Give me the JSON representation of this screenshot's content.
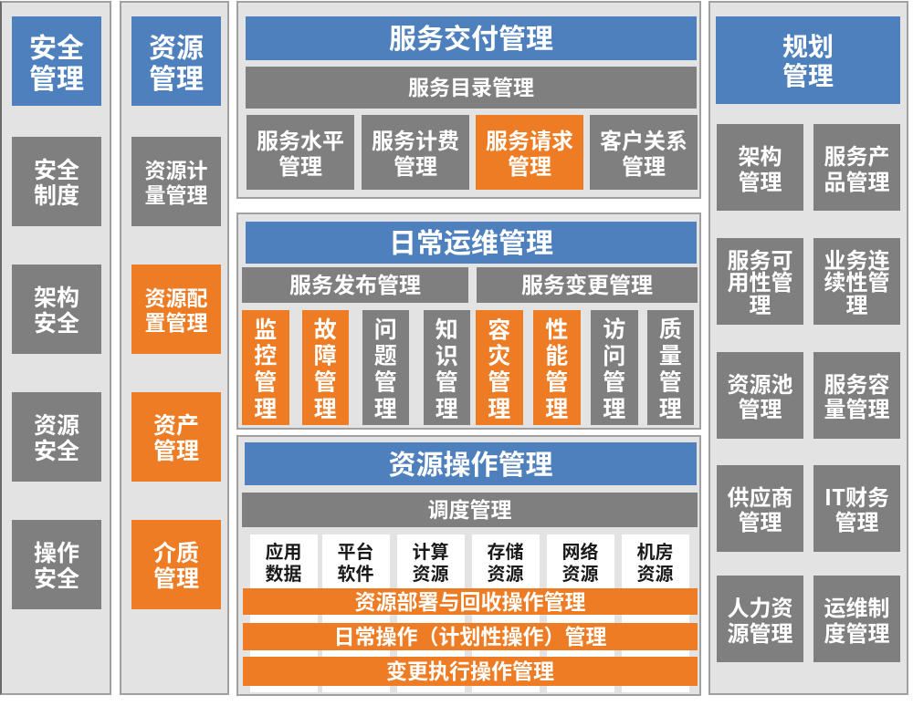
{
  "colors": {
    "blue": "#4e80be",
    "orange": "#ee7c25",
    "gray": "#7f7f7f",
    "panel_bg": "#e3e3e3",
    "panel_border": "#a0a0a0",
    "text_light": "#ffffff",
    "text_dark": "#1a1a1a"
  },
  "security_column": {
    "title": "安全\n管理",
    "items": [
      {
        "label": "安全\n制度",
        "variant": "gray"
      },
      {
        "label": "架构\n安全",
        "variant": "gray"
      },
      {
        "label": "资源\n安全",
        "variant": "gray"
      },
      {
        "label": "操作\n安全",
        "variant": "gray"
      }
    ]
  },
  "resource_column": {
    "title": "资源\n管理",
    "items": [
      {
        "label": "资源计\n量管理",
        "variant": "gray"
      },
      {
        "label": "资源配\n置管理",
        "variant": "orange"
      },
      {
        "label": "资产\n管理",
        "variant": "orange"
      },
      {
        "label": "介质\n管理",
        "variant": "orange"
      }
    ]
  },
  "service_delivery": {
    "title": "服务交付管理",
    "catalog_bar": "服务目录管理",
    "boxes": [
      {
        "label": "服务水平\n管理",
        "variant": "gray"
      },
      {
        "label": "服务计费\n管理",
        "variant": "gray"
      },
      {
        "label": "服务请求\n管理",
        "variant": "orange"
      },
      {
        "label": "客户关系\n管理",
        "variant": "gray"
      }
    ]
  },
  "daily_ops": {
    "title": "日常运维管理",
    "group_bars": [
      {
        "label": "服务发布管理"
      },
      {
        "label": "服务变更管理"
      }
    ],
    "vertical_boxes": [
      {
        "label": "监控管理",
        "variant": "orange"
      },
      {
        "label": "故障管理",
        "variant": "orange"
      },
      {
        "label": "问题管理",
        "variant": "gray"
      },
      {
        "label": "知识管理",
        "variant": "gray"
      },
      {
        "label": "容灾管理",
        "variant": "orange"
      },
      {
        "label": "性能管理",
        "variant": "orange"
      },
      {
        "label": "访问管理",
        "variant": "gray"
      },
      {
        "label": "质量管理",
        "variant": "gray"
      }
    ]
  },
  "resource_ops": {
    "title": "资源操作管理",
    "dispatch_bar": "调度管理",
    "resource_boxes": [
      {
        "label": "应用\n数据"
      },
      {
        "label": "平台\n软件"
      },
      {
        "label": "计算\n资源"
      },
      {
        "label": "存储\n资源"
      },
      {
        "label": "网络\n资源"
      },
      {
        "label": "机房\n资源"
      }
    ],
    "operation_bars": [
      {
        "label": "资源部署与回收操作管理"
      },
      {
        "label": "日常操作（计划性操作）管理"
      },
      {
        "label": "变更执行操作管理"
      }
    ]
  },
  "planning": {
    "title": "规划\n管理",
    "rows": [
      [
        {
          "label": "架构\n管理"
        },
        {
          "label": "服务产\n品管理"
        }
      ],
      [
        {
          "label": "服务可\n用性管\n理",
          "three": true
        },
        {
          "label": "业务连\n续性管\n理",
          "three": true
        }
      ],
      [
        {
          "label": "资源池\n管理"
        },
        {
          "label": "服务容\n量管理"
        }
      ],
      [
        {
          "label": "供应商\n管理"
        },
        {
          "label": "IT财务\n管理"
        }
      ],
      [
        {
          "label": "人力资\n源管理"
        },
        {
          "label": "运维制\n度管理"
        }
      ]
    ]
  }
}
